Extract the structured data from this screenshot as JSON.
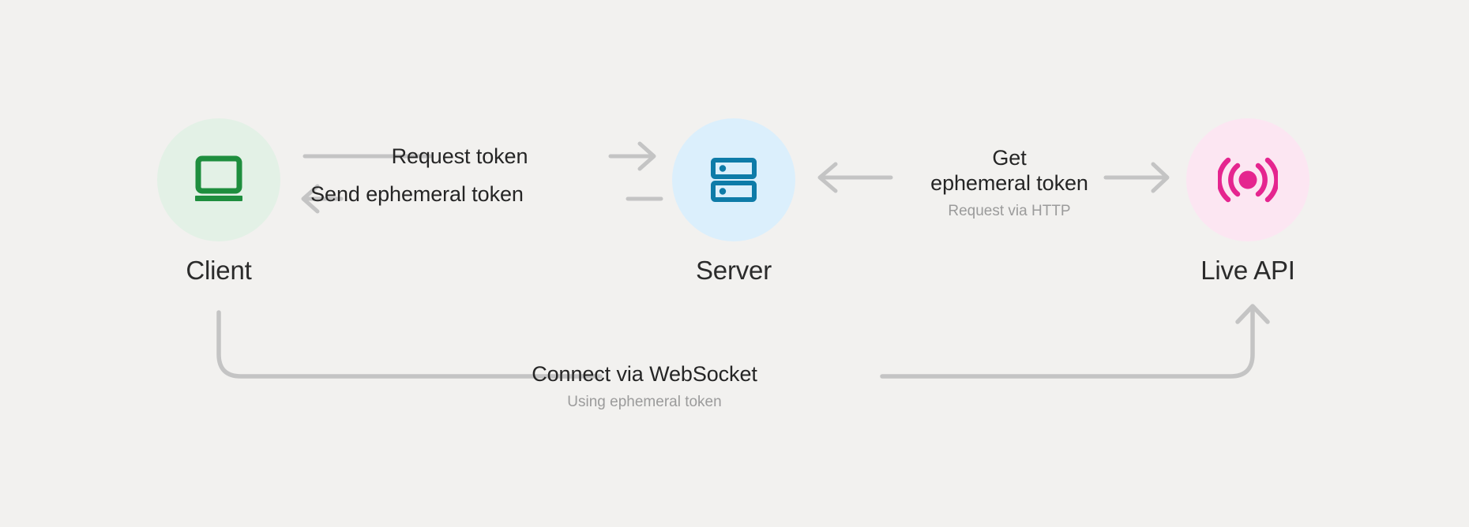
{
  "diagram": {
    "background_color": "#f2f1ef",
    "wire_color": "#c4c4c4",
    "nodes": [
      {
        "id": "client",
        "label": "Client",
        "icon": "laptop-icon",
        "icon_color": "#1e8e3e",
        "circle_color": "#e3f1e6"
      },
      {
        "id": "server",
        "label": "Server",
        "icon": "server-rack-icon",
        "icon_color": "#0e7ba8",
        "circle_color": "#dbeffc"
      },
      {
        "id": "live-api",
        "label": "Live API",
        "icon": "broadcast-signal-icon",
        "icon_color": "#e5258f",
        "circle_color": "#fce6f2"
      }
    ],
    "edges": [
      {
        "id": "request-token",
        "label": "Request token",
        "sublabel": "",
        "from": "client",
        "to": "server",
        "direction": "right"
      },
      {
        "id": "send-ephemeral-token",
        "label": "Send ephemeral token",
        "sublabel": "",
        "from": "server",
        "to": "client",
        "direction": "left"
      },
      {
        "id": "get-ephemeral-token",
        "label_line1": "Get",
        "label_line2": "ephemeral token",
        "sublabel": "Request via HTTP",
        "from": "server",
        "to": "live-api",
        "direction": "bidirectional"
      },
      {
        "id": "connect-websocket",
        "label": "Connect via WebSocket",
        "sublabel": "Using ephemeral token",
        "from": "client",
        "to": "live-api",
        "direction": "right"
      }
    ]
  }
}
